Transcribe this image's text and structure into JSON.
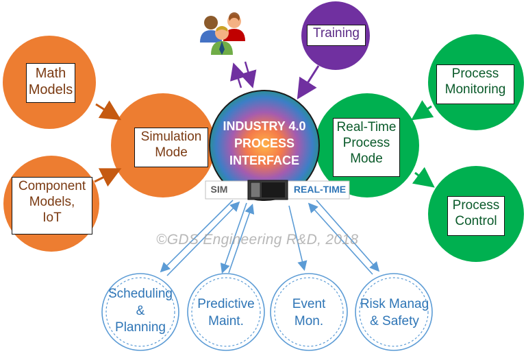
{
  "colors": {
    "orange": "#ED7D31",
    "orange_dark": "#C55A11",
    "green": "#00B050",
    "green_dark": "#178A3C",
    "purple": "#7030A0",
    "blue": "#5B9BD5",
    "blue_text": "#2E75B6",
    "label_text": "#ffffff",
    "simulation_text": "#7A3A12",
    "realtime_text": "#0A5A2A",
    "watermark": "#A6A6A6"
  },
  "nodes": {
    "math_models": "Math\nModels",
    "component_models": "Component\nModels,\nIoT",
    "simulation_mode": "Simulation\nMode",
    "center": "INDUSTRY 4.0\nPROCESS\nINTERFACE",
    "realtime_mode": "Real-Time\nProcess\nMode",
    "process_monitoring": "Process\nMonitoring",
    "process_control": "Process\nControl",
    "training": "Training"
  },
  "switch": {
    "sim_label": "SIM",
    "realtime_label": "REAL-TIME"
  },
  "apps": {
    "scheduling": "Scheduling\n&\nPlanning",
    "predictive": "Predictive\nMaint.",
    "event": "Event\nMon.",
    "risk": "Risk Manag\n& Safety"
  },
  "icons": {
    "users": "users-group-icon"
  },
  "watermark": "©GDS Engineering R&D, 2018"
}
